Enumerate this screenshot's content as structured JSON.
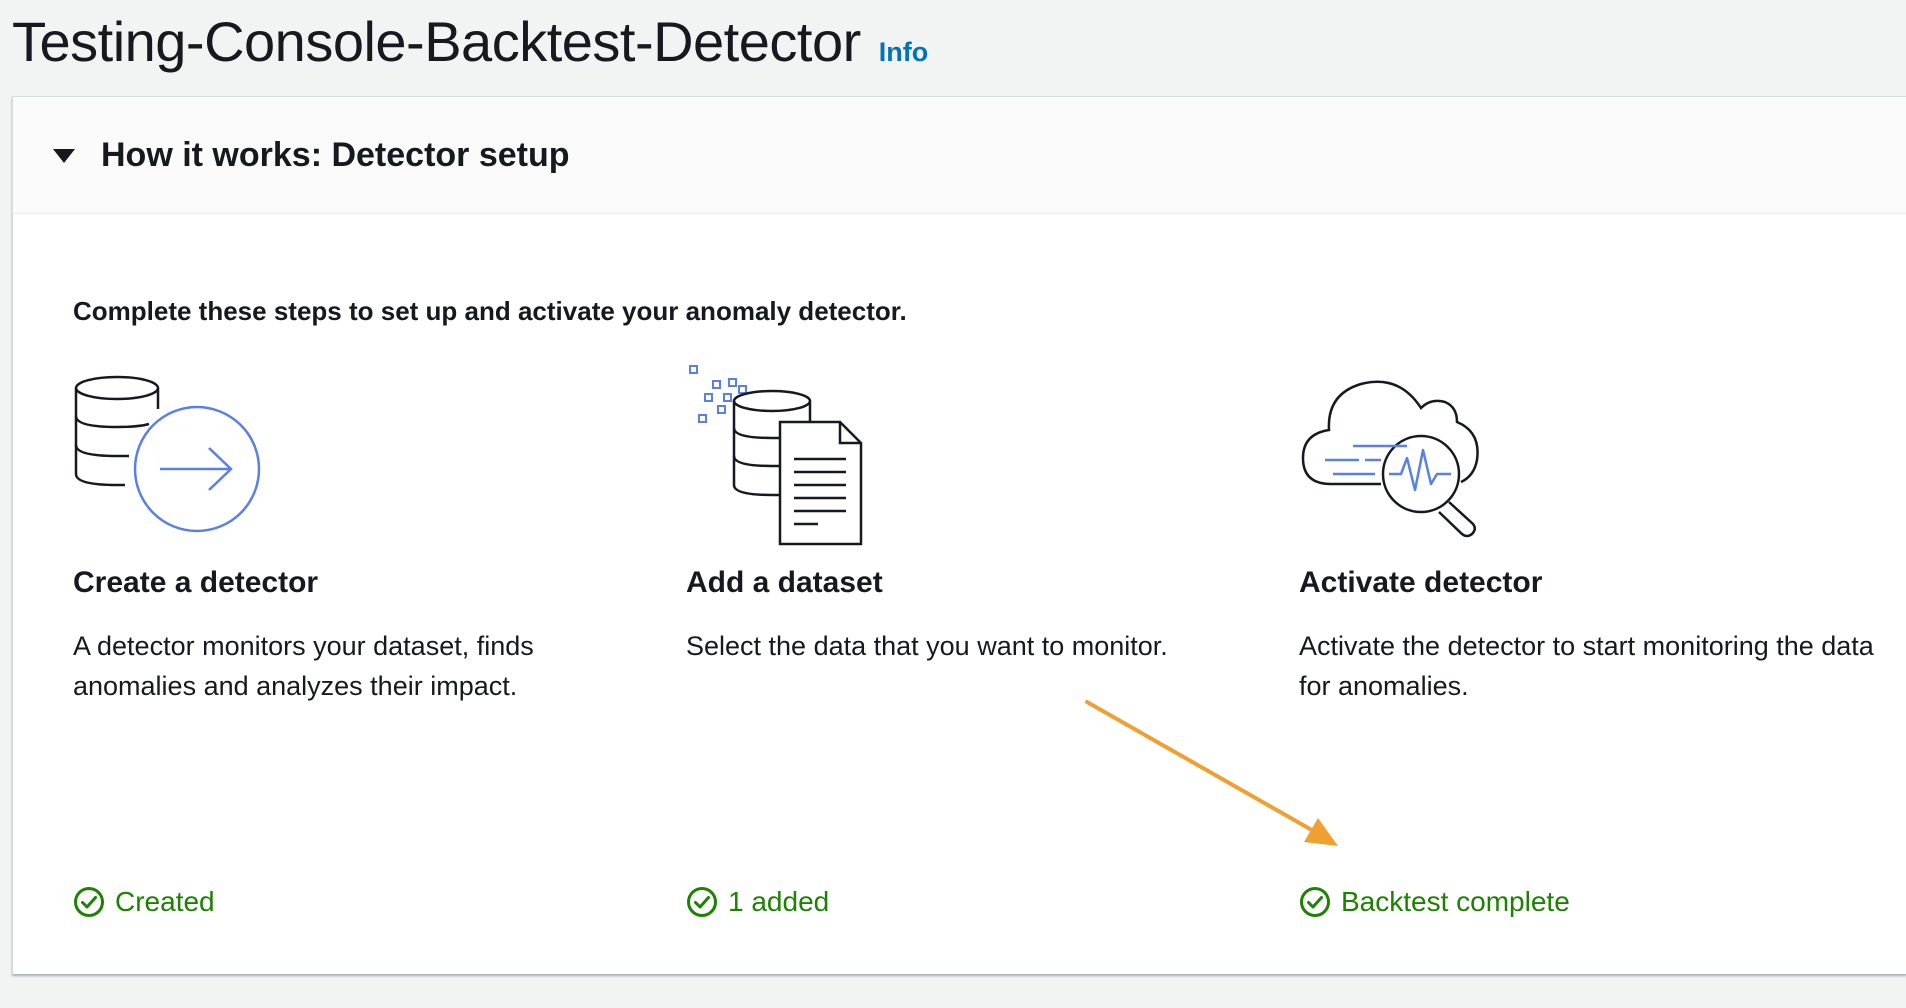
{
  "header": {
    "title": "Testing-Console-Backtest-Detector",
    "info_label": "Info"
  },
  "how_it_works": {
    "title": "How it works: Detector setup",
    "intro": "Complete these steps to set up and activate your anomaly detector.",
    "steps": [
      {
        "title": "Create a detector",
        "description": "A detector monitors your dataset, finds anomalies and analyzes their impact.",
        "status": "Created",
        "icon": "database-arrow-icon"
      },
      {
        "title": "Add a dataset",
        "description": "Select the data that you want to monitor.",
        "status": "1 added",
        "icon": "database-document-icon"
      },
      {
        "title": "Activate detector",
        "description": "Activate the detector to start monitoring the data for anomalies.",
        "status": "Backtest complete",
        "icon": "cloud-magnifier-icon"
      }
    ]
  },
  "colors": {
    "success": "#1d8102",
    "link": "#0073bb",
    "annotation_arrow": "#f0a030",
    "illustration_accent": "#5a7fe6"
  }
}
